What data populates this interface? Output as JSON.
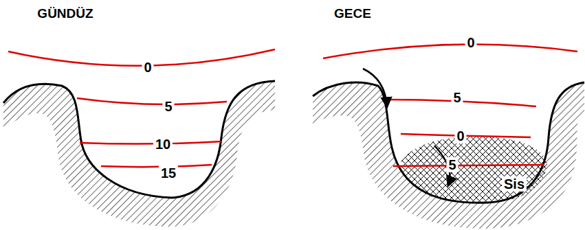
{
  "diagram": {
    "labels": [
      "GÜNDÜZ",
      "0",
      "5",
      "10",
      "15",
      "GECE",
      "0",
      "5",
      "0",
      "5",
      "Sis"
    ]
  }
}
